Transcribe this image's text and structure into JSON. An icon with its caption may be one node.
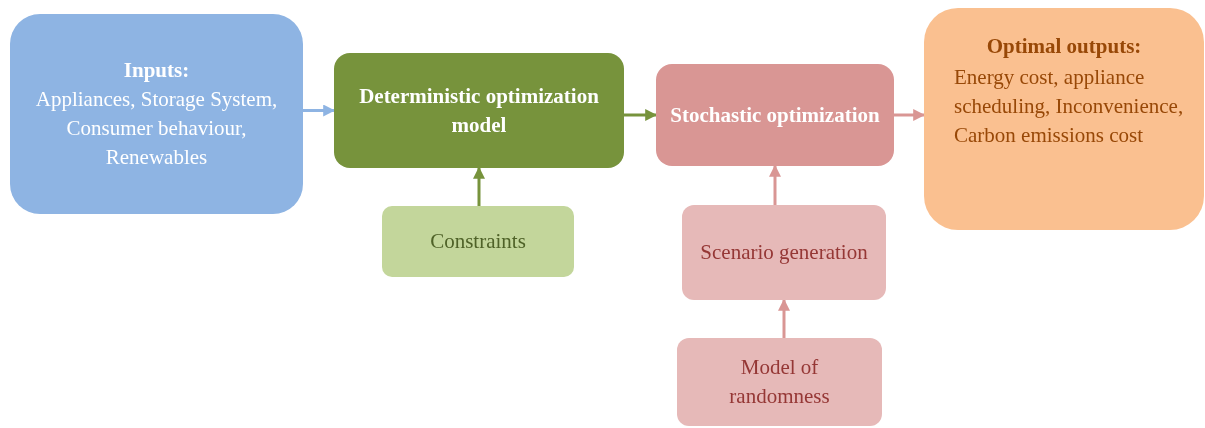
{
  "diagram": {
    "nodes": [
      {
        "text": [
          "Inputs:",
          "Appliances, Storage System, Consumer behaviour, Renewables"
        ]
      },
      {
        "text": [
          "Deterministic optimization model"
        ]
      },
      {
        "text": [
          "Constraints"
        ]
      },
      {
        "text": [
          "Stochastic optimization"
        ]
      },
      {
        "text": [
          "Scenario generation"
        ]
      },
      {
        "text": [
          "Model of randomness"
        ]
      },
      {
        "text": [
          "Optimal outputs:",
          "Energy cost, appliance scheduling, Inconvenience, Carbon emissions cost"
        ]
      }
    ],
    "edges": [
      {
        "from": 0,
        "to": 1,
        "arrow": "to",
        "color": "#8eb4e3"
      },
      {
        "from": 1,
        "to": 3,
        "arrow": "to",
        "color": "#77933c"
      },
      {
        "from": 2,
        "to": 1,
        "arrow": "to",
        "color": "#77933c"
      },
      {
        "from": 3,
        "to": 6,
        "arrow": "to",
        "color": "#d99694"
      },
      {
        "from": 4,
        "to": 3,
        "arrow": "to",
        "color": "#d99694"
      },
      {
        "from": 5,
        "to": 4,
        "arrow": "to",
        "color": "#d99694"
      }
    ]
  }
}
